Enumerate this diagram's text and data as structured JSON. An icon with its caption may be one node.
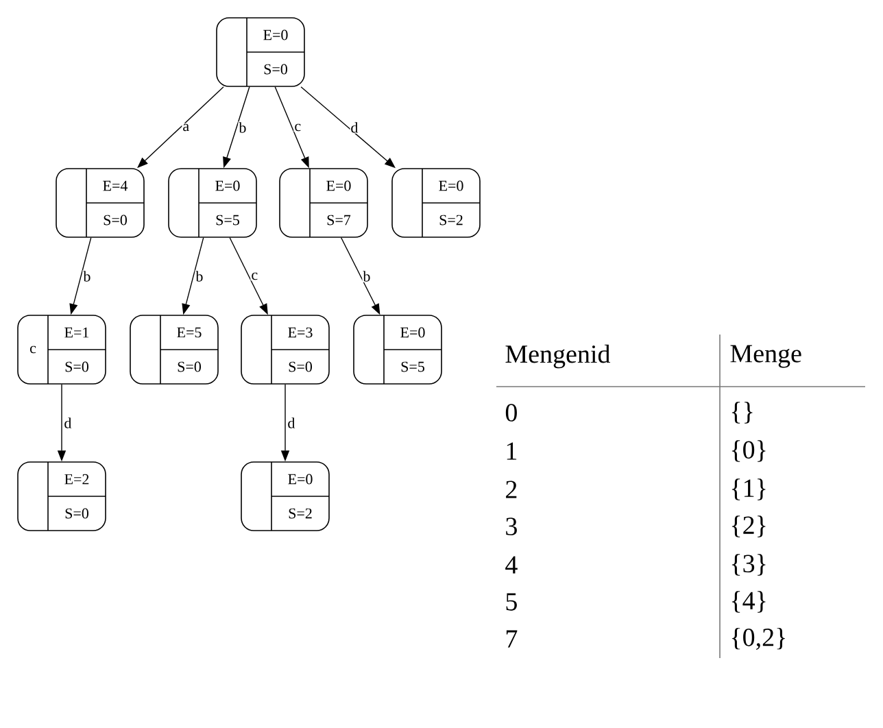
{
  "diagram": {
    "nodes": [
      {
        "text": [
          "E=0",
          "S=0"
        ]
      },
      {
        "text": [
          "E=4",
          "S=0"
        ]
      },
      {
        "text": [
          "E=0",
          "S=5"
        ]
      },
      {
        "text": [
          "E=0",
          "S=7"
        ]
      },
      {
        "text": [
          "E=0",
          "S=2"
        ]
      },
      {
        "text": [
          "c",
          "E=1",
          "S=0"
        ]
      },
      {
        "text": [
          "E=5",
          "S=0"
        ]
      },
      {
        "text": [
          "E=3",
          "S=0"
        ]
      },
      {
        "text": [
          "E=0",
          "S=5"
        ]
      },
      {
        "text": [
          "E=2",
          "S=0"
        ]
      },
      {
        "text": [
          "E=0",
          "S=2"
        ]
      }
    ],
    "edges": [
      {
        "from": 0,
        "to": 1,
        "arrow": "to",
        "label": "a"
      },
      {
        "from": 0,
        "to": 2,
        "arrow": "to",
        "label": "b"
      },
      {
        "from": 0,
        "to": 3,
        "arrow": "to",
        "label": "c"
      },
      {
        "from": 0,
        "to": 4,
        "arrow": "to",
        "label": "d"
      },
      {
        "from": 1,
        "to": 5,
        "arrow": "to",
        "label": "b"
      },
      {
        "from": 2,
        "to": 6,
        "arrow": "to",
        "label": "b"
      },
      {
        "from": 2,
        "to": 7,
        "arrow": "to",
        "label": "c"
      },
      {
        "from": 3,
        "to": 8,
        "arrow": "to",
        "label": "b"
      },
      {
        "from": 5,
        "to": 9,
        "arrow": "to",
        "label": "d"
      },
      {
        "from": 7,
        "to": 10,
        "arrow": "to",
        "label": "d"
      }
    ],
    "labels": [
      "Mengenid",
      "Menge",
      "0",
      "{}",
      "1",
      "{0}",
      "2",
      "{1}",
      "3",
      "{2}",
      "4",
      "{3}",
      "5",
      "{4}",
      "7",
      "{0,2}"
    ]
  }
}
